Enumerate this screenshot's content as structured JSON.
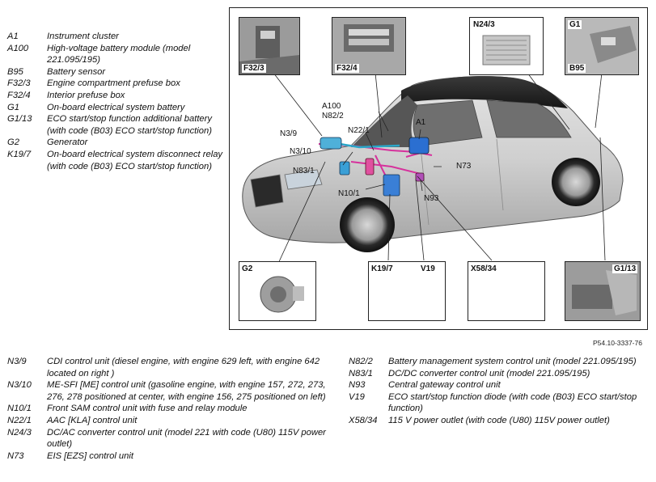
{
  "legend_top_left": [
    {
      "code": "A1",
      "text": "Instrument cluster"
    },
    {
      "code": "A100",
      "text": "High-voltage battery module (model 221.095/195)"
    },
    {
      "code": "B95",
      "text": "Battery sensor"
    },
    {
      "code": "F32/3",
      "text": "Engine compartment prefuse box"
    },
    {
      "code": "F32/4",
      "text": "Interior prefuse box"
    },
    {
      "code": "G1",
      "text": "On-board electrical system battery"
    },
    {
      "code": "G1/13",
      "text": "ECO start/stop function additional battery (with code (B03) ECO start/stop function)"
    },
    {
      "code": "G2",
      "text": "Generator"
    },
    {
      "code": "K19/7",
      "text": "On-board electrical system disconnect relay (with code (B03) ECO start/stop function)"
    }
  ],
  "legend_bottom_left": [
    {
      "code": "N3/9",
      "text": "CDI control unit (diesel engine, with engine 629 left, with engine 642 located on right )"
    },
    {
      "code": "N3/10",
      "text": "ME-SFI [ME] control unit (gasoline engine, with engine 157, 272, 273, 276, 278 positioned at center, with engine 156, 275 positioned on left)"
    },
    {
      "code": "N10/1",
      "text": "Front SAM control unit with fuse and relay module"
    },
    {
      "code": "N22/1",
      "text": "AAC [KLA] control unit"
    },
    {
      "code": "N24/3",
      "text": "DC/AC converter control unit (model 221 with code (U80) 115V power outlet)"
    },
    {
      "code": "N73",
      "text": "EIS [EZS] control unit"
    }
  ],
  "legend_bottom_right": [
    {
      "code": "N82/2",
      "text": "Battery management system control unit (model 221.095/195)"
    },
    {
      "code": "N83/1",
      "text": "DC/DC converter control unit (model 221.095/195)"
    },
    {
      "code": "N93",
      "text": "Central gateway control unit"
    },
    {
      "code": "V19",
      "text": "ECO start/stop function diode (with code (B03) ECO start/stop function)"
    },
    {
      "code": "X58/34",
      "text": "115 V power outlet (with code (U80) 115V power outlet)"
    }
  ],
  "figure_id": "P54.10-3337-76",
  "insets": {
    "f32_3": "F32/3",
    "f32_4": "F32/4",
    "n24_3": "N24/3",
    "g1": "G1",
    "b95": "B95",
    "g2": "G2",
    "k19_7": "K19/7",
    "v19": "V19",
    "x58_34": "X58/34",
    "g1_13": "G1/13"
  },
  "car_labels": {
    "a100": "A100",
    "n82_2": "N82/2",
    "n3_9": "N3/9",
    "n22_1": "N22/1",
    "a1": "A1",
    "n3_10": "N3/10",
    "n83_1": "N83/1",
    "n73": "N73",
    "n10_1": "N10/1",
    "n93": "N93"
  }
}
